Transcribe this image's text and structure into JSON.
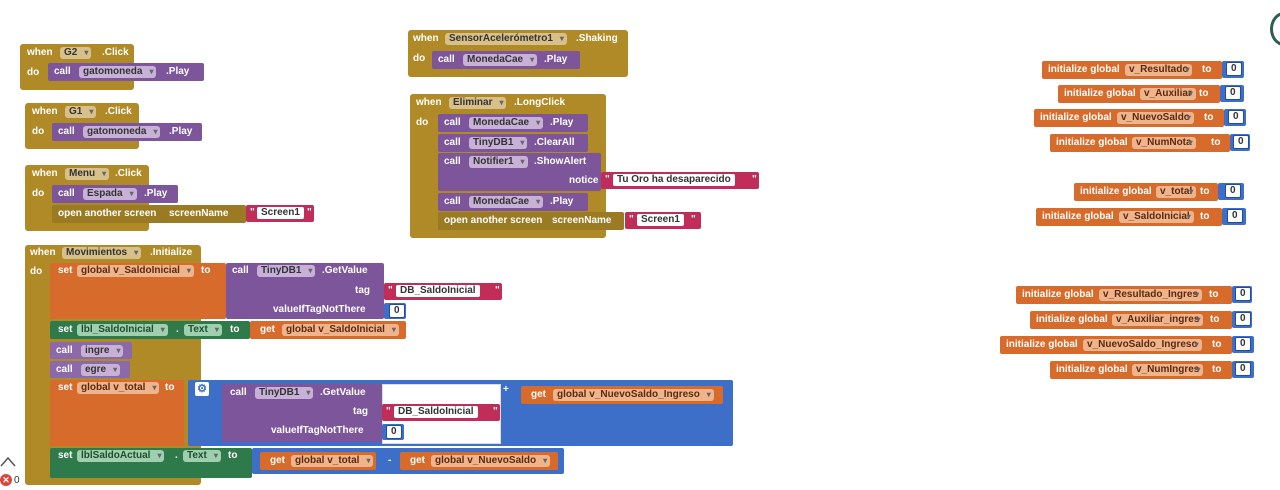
{
  "labels": {
    "when": "when",
    "do": "do",
    "call": "call",
    "set": "set",
    "to": "to",
    "get": "get",
    "click": ".Click",
    "play": ".Play",
    "initialize": ".Initialize",
    "shaking": ".Shaking",
    "long_click": ".LongClick",
    "clear_all": ".ClearAll",
    "show_alert": ".ShowAlert",
    "get_value": ".GetValue",
    "notice": "notice",
    "tag": "tag",
    "value_if_tag_not_there": "valueIfTagNotThere",
    "open_another_screen": "open another screen",
    "screen_name": "screenName",
    "text_prop": "Text",
    "dot": ".",
    "plus": "+",
    "minus": "-",
    "quote": "\"",
    "init_global": "initialize global",
    "zero": "0",
    "warning_count": "0"
  },
  "events": {
    "g2": {
      "component": "G2",
      "sound": "gatomoneda"
    },
    "g1": {
      "component": "G1",
      "sound": "gatomoneda"
    },
    "menu": {
      "component": "Menu",
      "sound": "Espada",
      "screen": "Screen1"
    },
    "accel": {
      "component": "SensorAcelerómetro1",
      "sound": "MonedaCae"
    },
    "eliminar": {
      "component": "Eliminar",
      "sound1": "MonedaCae",
      "db": "TinyDB1",
      "notifier": "Notifier1",
      "notice_text": "Tu Oro ha desaparecido",
      "sound2": "MonedaCae",
      "screen": "Screen1"
    },
    "mov": {
      "component": "Movimientos",
      "var_saldo_inicial": "global v_SaldoInicial",
      "db": "TinyDB1",
      "tag1": "DB_SaldoInicial",
      "default1": "0",
      "lbl_saldo_inicial": "lbl_SaldoInicial",
      "get_saldo_inicial": "global v_SaldoInicial",
      "proc_ingre": "ingre",
      "proc_egre": "egre",
      "var_total": "global v_total",
      "db2": "TinyDB1",
      "tag2": "DB_SaldoInicial",
      "default2": "0",
      "get_nuevo_saldo_ingreso": "global v_NuevoSaldo_Ingreso",
      "lbl_saldo_actual": "lblSaldoActual",
      "get_total": "global v_total",
      "get_nuevo_saldo": "global v_NuevoSaldo"
    }
  },
  "globals": [
    "v_Resultado",
    "v_Auxiliar",
    "v_NuevoSaldo",
    "v_NumNota",
    "v_total",
    "v_SaldoInicial",
    "v_Resultado_Ingres",
    "v_Auxiliar_ingres",
    "v_NuevoSaldo_Ingreso",
    "v_NumIngres"
  ],
  "colors": {
    "event": "#b08a27",
    "component": "#7c559b",
    "variable": "#d76b2b",
    "property": "#2f7a4a",
    "math": "#3d6ec8",
    "text": "#bf2d58",
    "warning": "#d9463e"
  }
}
